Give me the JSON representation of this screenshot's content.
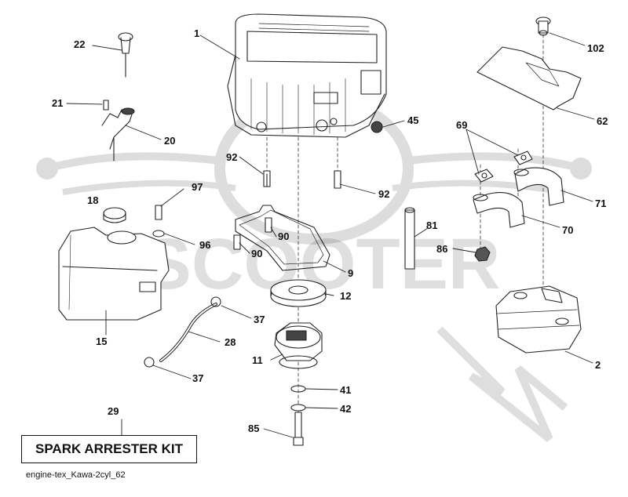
{
  "diagram": {
    "kit_label": "SPARK ARRESTER KIT",
    "caption": "engine-tex_Kawa-2cyl_62",
    "watermark_text": "SCOOTER",
    "callouts": {
      "c1": "1",
      "c2": "2",
      "c9": "9",
      "c11": "11",
      "c12": "12",
      "c15": "15",
      "c18": "18",
      "c20": "20",
      "c21": "21",
      "c22": "22",
      "c28": "28",
      "c29": "29",
      "c37a": "37",
      "c37b": "37",
      "c41": "41",
      "c42": "42",
      "c45": "45",
      "c61": "62",
      "c69": "69",
      "c70": "70",
      "c71": "71",
      "c81": "81",
      "c85": "85",
      "c86": "86",
      "c90a": "90",
      "c90b": "90",
      "c92a": "92",
      "c92b": "92",
      "c96": "96",
      "c97": "97",
      "c102": "102"
    }
  }
}
